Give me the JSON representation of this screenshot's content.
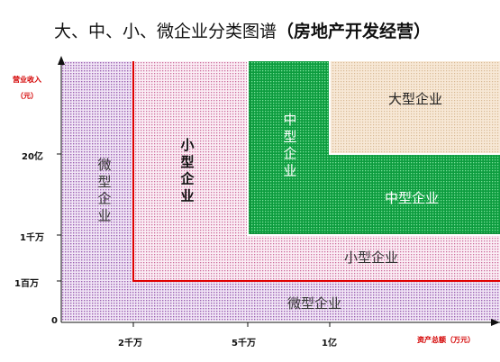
{
  "title": {
    "main": "大、中、小、微企业分类图谱",
    "sub": "（房地产开发经营）"
  },
  "axes": {
    "y_label_line1": "营业收入",
    "y_label_line2": "（元）",
    "x_label": "资产总额（万元）",
    "origin": "0",
    "y_ticks": [
      "20亿",
      "1千万",
      "1百万"
    ],
    "x_ticks": [
      "2千万",
      "5千万",
      "1亿"
    ]
  },
  "regions": {
    "large": "大型企业",
    "medium_vertical": "中型企业",
    "medium_horizontal": "中型企业",
    "small_vertical": "小型企业",
    "small_horizontal": "小型企业",
    "micro_vertical": "微型企业",
    "micro_horizontal": "微型企业"
  },
  "colors": {
    "micro": "#e6d0f0",
    "small": "#f9e0ee",
    "medium": "#1db24f",
    "large": "#f8e4cf",
    "boundary": "#e00000"
  }
}
